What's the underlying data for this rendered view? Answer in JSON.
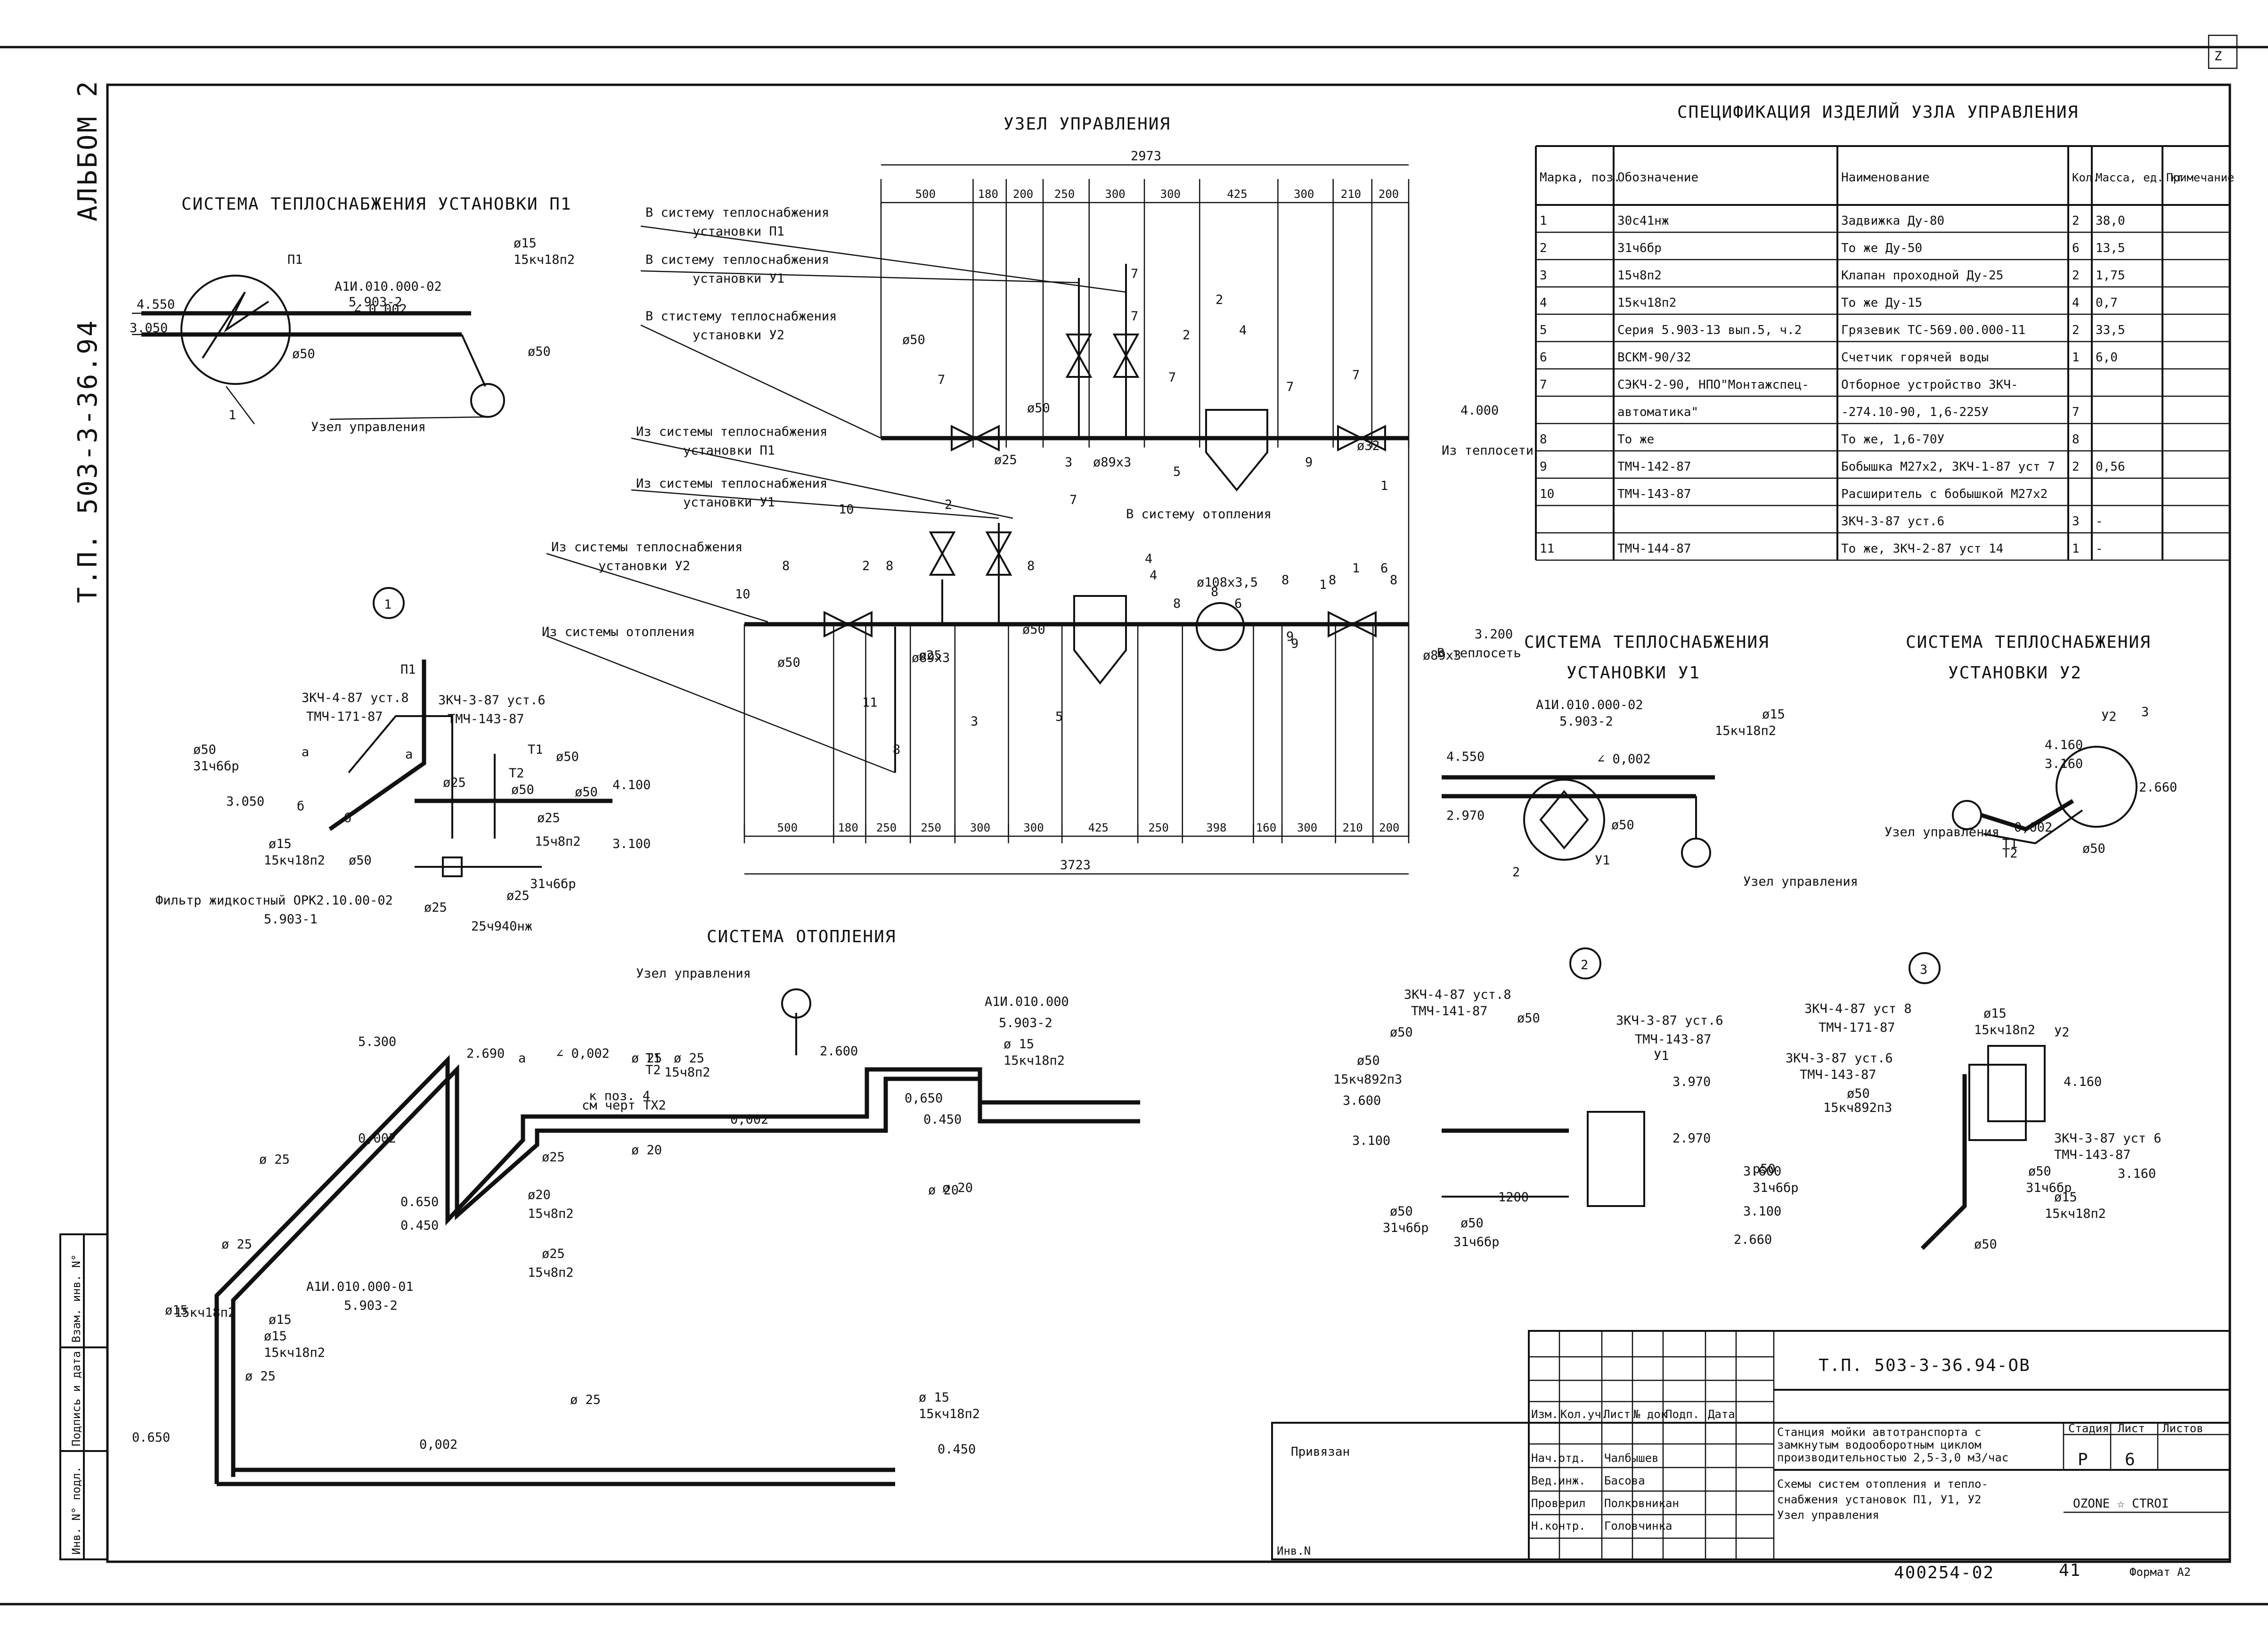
{
  "sheet": {
    "album_label": "АЛЬБОМ 2",
    "side_code": "Т.П. 503-3-36.94",
    "top_right_mark": "Z"
  },
  "p1": {
    "title": "СИСТЕМА ТЕПЛОСНАБЖЕНИЯ УСТАНОВКИ П1",
    "labels": [
      "П1",
      "А1И.010.000-02",
      "5.903-2",
      "ø15",
      "15кч18п2",
      "4.550",
      "∠ 0,002",
      "3.050",
      "ø50",
      "ø50",
      "Узел управления",
      "1"
    ]
  },
  "node": {
    "title": "УЗЕЛ УПРАВЛЕНИЯ",
    "overall_top": "2973",
    "overall_bottom": "3723",
    "dims_top": [
      "500",
      "180",
      "200",
      "250",
      "300",
      "300",
      "425",
      "300",
      "210",
      "200"
    ],
    "dims_bottom": [
      "500",
      "180",
      "250",
      "250",
      "300",
      "300",
      "425",
      "250",
      "398",
      "160",
      "300",
      "210",
      "200"
    ],
    "callouts": [
      {
        "a": "В систему теплоснабжения",
        "b": "установки П1"
      },
      {
        "a": "В систему теплоснабжения",
        "b": "установки У1"
      },
      {
        "a": "В стистему теплоснабжения",
        "b": "установки У2"
      },
      {
        "a": "Из системы теплоснабжения",
        "b": "установки П1"
      },
      {
        "a": "Из системы теплоснабжения",
        "b": "установки У1"
      },
      {
        "a": "Из системы теплоснабжения",
        "b": "установки У2"
      },
      {
        "a": "Из системы отопления",
        "b": ""
      }
    ],
    "labels": [
      "7",
      "7",
      "2",
      "2",
      "7",
      "7",
      "7",
      "7",
      "4",
      "1",
      "3",
      "9",
      "5",
      "6",
      "8",
      "8",
      "8",
      "8",
      "9",
      "10",
      "10",
      "11",
      "ø50",
      "ø50",
      "ø50",
      "ø50",
      "ø25",
      "ø25",
      "ø89х3",
      "ø89х3",
      "ø89х3",
      "ø108х3,5",
      "ø32",
      "4.000",
      "Из теплосети",
      "3.200",
      "В теплосеть",
      "В систему отопления",
      "1",
      "2",
      "2",
      "3",
      "4",
      "4",
      "5",
      "7",
      "8",
      "8",
      "8",
      "8",
      "8",
      "6",
      "1",
      "9"
    ],
    "circle_num": "1"
  },
  "spec": {
    "title": "СПЕЦИФИКАЦИЯ ИЗДЕЛИЙ УЗЛА УПРАВЛЕНИЯ",
    "headers": [
      "Марка, поз.",
      "Обозначение",
      "Наименование",
      "Кол.",
      "Масса, ед. кг",
      "Примечание"
    ],
    "rows": [
      [
        "1",
        "30с41нж",
        "Задвижка Ду-80",
        "2",
        "38,0",
        ""
      ],
      [
        "2",
        "31ч6бр",
        "То же Ду-50",
        "6",
        "13,5",
        ""
      ],
      [
        "3",
        "15ч8п2",
        "Клапан проходной Ду-25",
        "2",
        "1,75",
        ""
      ],
      [
        "4",
        "15кч18п2",
        "То же Ду-15",
        "4",
        "0,7",
        ""
      ],
      [
        "5",
        "Серия 5.903-13 вып.5, ч.2",
        "Грязевик ТС-569.00.000-11",
        "2",
        "33,5",
        ""
      ],
      [
        "6",
        "ВСКМ-90/32",
        "Счетчик горячей воды",
        "1",
        "6,0",
        ""
      ],
      [
        "7",
        "СЭКЧ-2-90, НПО\"Монтажспец-",
        "Отборное устройство ЗКЧ-",
        "",
        ""
      ],
      [
        "",
        "автоматика\"",
        "-274.10-90, 1,6-225У",
        "7",
        "",
        ""
      ],
      [
        "8",
        "То же",
        "То же, 1,6-70У",
        "8",
        "",
        ""
      ],
      [
        "9",
        "ТМЧ-142-87",
        "Бобышка М27х2, ЗКЧ-1-87 уст 7",
        "2",
        "0,56",
        ""
      ],
      [
        "10",
        "ТМЧ-143-87",
        "Расширитель с бобышкой М27х2",
        "",
        "",
        ""
      ],
      [
        "",
        "",
        "ЗКЧ-3-87 уст.6",
        "3",
        "-",
        ""
      ],
      [
        "11",
        "ТМЧ-144-87",
        "То же, ЗКЧ-2-87 уст 14",
        "1",
        "-",
        ""
      ]
    ]
  },
  "u1": {
    "title_a": "СИСТЕМА ТЕПЛОСНАБЖЕНИЯ",
    "title_b": "УСТАНОВКИ У1",
    "labels": [
      "А1И.010.000-02",
      "5.903-2",
      "ø15",
      "15кч18п2",
      "4.550",
      "∠ 0,002",
      "2.970",
      "ø50",
      "2",
      "У1",
      "Узел управления"
    ]
  },
  "u2": {
    "title_a": "СИСТЕМА ТЕПЛОСНАБЖЕНИЯ",
    "title_b": "УСТАНОВКИ У2",
    "labels": [
      "У2",
      "3",
      "4.160",
      "3.160",
      "2.660",
      "Узел управления",
      "0,002",
      "ø50",
      "Т1",
      "Т2"
    ]
  },
  "d1": {
    "labels": [
      "ЗКЧ-4-87 уст.8",
      "ТМЧ-171-87",
      "ЗКЧ-3-87 уст.6",
      "ТМЧ-143-87",
      "П1",
      "ø50",
      "31ч6бр",
      "ø50",
      "3.050",
      "ø15",
      "15кч18п2",
      "б",
      "Т1",
      "Т2",
      "ø25",
      "ø50",
      "ø25",
      "15ч8п2",
      "ø50",
      "4.100",
      "3.100",
      "ø50",
      "ø25",
      "31ч6бр",
      "ø25",
      "25ч940нж",
      "Фильтр жидкостный ОРК2.10.00-02",
      "5.903-1",
      "a",
      "a",
      "б"
    ]
  },
  "heat": {
    "title": "СИСТЕМА ОТОПЛЕНИЯ",
    "labels": [
      "Узел управления",
      "5.300",
      "2.690",
      "∠ 0,002",
      "ø 25",
      "ø 25",
      "15ч8п2",
      "А1И.010.000",
      "5.903-2",
      "ø 15",
      "15кч18п2",
      "2.600",
      "0,650",
      "0.450",
      "к поз. 4",
      "см черт ТХ2",
      "0,002",
      "ø 20",
      "ø 20",
      "0,002",
      "ø 25",
      "0.650",
      "0.450",
      "ø25",
      "ø20",
      "15ч8п2",
      "ø25",
      "15ч8п2",
      "ø15",
      "15кч18п2",
      "А1И.010.000-01",
      "5.903-2",
      "ø15",
      "ø15",
      "15кч18п2",
      "ø 25",
      "ø 25",
      "0.650",
      "0,002",
      "ø 15",
      "15кч18п2",
      "0.450",
      "ø 25",
      "ø 20",
      "a",
      "Т1",
      "Т2"
    ]
  },
  "d2": {
    "circle_num": "2",
    "labels": [
      "ЗКЧ-4-87 уст.8",
      "ТМЧ-141-87",
      "ø50",
      "ЗКЧ-3-87 уст.6",
      "ТМЧ-143-87",
      "У1",
      "ø50",
      "ø50",
      "15кч892п3",
      "3.600",
      "3.100",
      "3.970",
      "2.970",
      "1200",
      "ø50",
      "31ч6бр",
      "ø50",
      "31ч6бр"
    ]
  },
  "d3": {
    "circle_num": "3",
    "labels": [
      "ЗКЧ-4-87 уст 8",
      "ТМЧ-171-87",
      "ø15",
      "15кч18п2",
      "У2",
      "ЗКЧ-3-87 уст.6",
      "ТМЧ-143-87",
      "ø50",
      "15кч892п3",
      "4.160",
      "ЗКЧ-3-87 уст 6",
      "ТМЧ-143-87",
      "3.600",
      "р50",
      "31ч6бр",
      "ø50",
      "31ч6бр",
      "3.160",
      "ø15",
      "15кч18п2",
      "3.100",
      "2.660",
      "ø50"
    ]
  },
  "stamp": {
    "doc_code": "Т.П. 503-3-36.94-ОВ",
    "col_headers": [
      "Изм.",
      "Кол.уч.",
      "Лист",
      "№ док",
      "Подп.",
      "Дата"
    ],
    "bound": "Привязан",
    "inv": "Инв.N",
    "roles": [
      [
        "Нач.отд.",
        "Чалбышев"
      ],
      [
        "Вед.инж.",
        "Басова"
      ],
      [
        "Проверил",
        "Полковникан"
      ],
      [
        "Н.контр.",
        "Головчинка"
      ]
    ],
    "project": [
      "Станция мойки автотранспорта с",
      "замкнутым водооборотным циклом",
      "производительностью 2,5-3,0 м3/час"
    ],
    "sheet_title": [
      "Схемы систем отопления и тепло-",
      "снабжения установок П1, У1, У2",
      "Узел управления"
    ],
    "stage_h": "Стадия",
    "sheet_h": "Лист",
    "sheets_h": "Листов",
    "stage": "Р",
    "sheet_no": "6",
    "org": "OZONE ☆ CTROI",
    "side_cells": [
      "Взам. инв. N°",
      "Подпись и дата",
      "Инв. N° подл."
    ]
  },
  "footer": {
    "code": "400254-02",
    "num": "41",
    "format": "Формат А2"
  }
}
